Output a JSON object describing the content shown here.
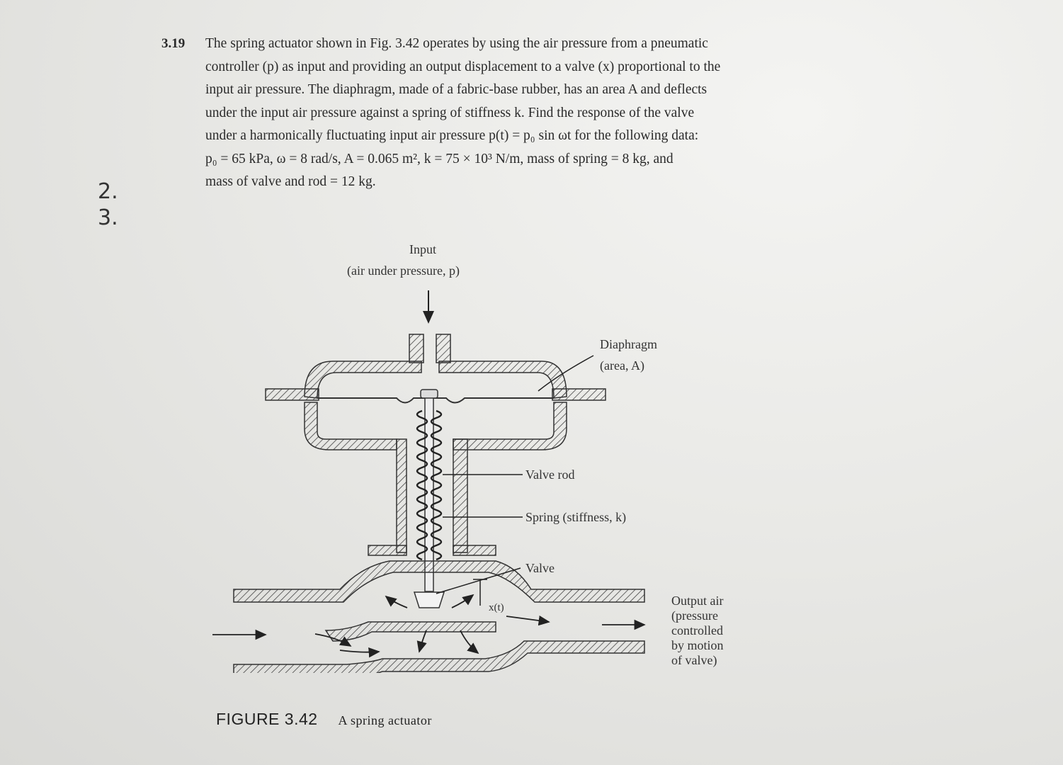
{
  "problem": {
    "number": "3.19",
    "lines": [
      "The spring actuator shown in Fig. 3.42 operates by using the air pressure from a pneumatic",
      "controller (p) as input and providing an output displacement to a valve (x) proportional to the",
      "input air pressure. The diaphragm, made of a fabric-base rubber, has an area A and deflects",
      "under the input air pressure against a spring of stiffness k. Find the response of the valve",
      "under a harmonically fluctuating input air pressure p(t) = p₀ sin ωt for the following data:",
      "p₀ = 65 kPa, ω = 8 rad/s, A = 0.065 m², k = 75 × 10³ N/m, mass of spring = 8 kg, and",
      "mass of valve and rod = 12 kg."
    ]
  },
  "margin_numbers": [
    "2.",
    "3."
  ],
  "figure": {
    "input_label": "Input",
    "input_sub": "(air under pressure, p)",
    "diaphragm_label": "Diaphragm",
    "diaphragm_sub": "(area, A)",
    "valve_rod_label": "Valve rod",
    "spring_label": "Spring (stiffness, k)",
    "valve_label": "Valve",
    "x_label": "x(t)",
    "output_lines": [
      "Output air",
      "(pressure",
      "controlled",
      "by motion",
      "of valve)"
    ]
  },
  "caption": {
    "figure": "FIGURE 3.42",
    "title": "A spring actuator"
  }
}
